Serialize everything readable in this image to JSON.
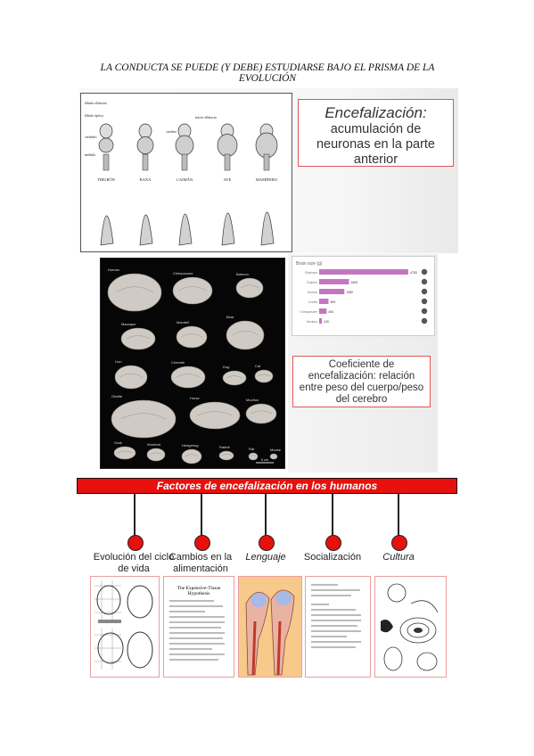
{
  "page_title_line1": "LA CONDUCTA SE PUEDE (Y DEBE) ESTUDIARSE BAJO EL PRISMA DE LA",
  "page_title_line2": "EVOLUCIÓN",
  "encephalization": {
    "heading": "Encefalización:",
    "desc_lines": [
      "acumulación de",
      "neuronas en la parte",
      "anterior"
    ]
  },
  "brain_figure": {
    "animals": [
      "TIBURÓN",
      "RANA",
      "CAIMÁN",
      "AVE",
      "MAMÍFERO"
    ],
    "labels": [
      "lóbulo olfatorio",
      "lóbulo óptico",
      "cerebelo",
      "médula",
      "cerebro",
      "tracto olfatorio"
    ]
  },
  "photo": {
    "animals": [
      "Human",
      "Chimpanzee",
      "Baboon",
      "Macaque",
      "Mandrill",
      "Bear",
      "Lion",
      "Cheetah",
      "Dog",
      "Cat",
      "Giraffe",
      "Horse",
      "Mouflon",
      "Goat",
      "Wombat",
      "Hedgehog",
      "Rabbit",
      "Rat",
      "Mouse"
    ],
    "scale": "5 cm"
  },
  "chart_data": {
    "type": "bar",
    "title": "Brain size (g)",
    "categories": [
      "Elephant",
      "Dolphin",
      "Human",
      "Gorilla",
      "Chimpanzee",
      "Monkey"
    ],
    "values": [
      4783,
      1600,
      1350,
      500,
      400,
      100
    ],
    "color": "#c576c0"
  },
  "coef_lines": [
    "Coeficiente de",
    "encefalización: relación",
    "entre peso del cuerpo/peso",
    "del cerebro"
  ],
  "banner": "Factores de encefalización en los humanos",
  "factors": [
    {
      "lines": [
        "Evolución del ciclo",
        "de vida"
      ],
      "italic": false
    },
    {
      "lines": [
        "Cambios en la",
        "alimentación"
      ],
      "italic": false
    },
    {
      "lines": [
        "Lenguaje"
      ],
      "italic": true
    },
    {
      "lines": [
        "Socialización"
      ],
      "italic": false
    },
    {
      "lines": [
        "Cultura"
      ],
      "italic": true
    }
  ],
  "thumb2_title": "The Expensive-Tissue Hypothesis",
  "colors": {
    "accent_red": "#e8100d",
    "box_border": "#e05656"
  }
}
